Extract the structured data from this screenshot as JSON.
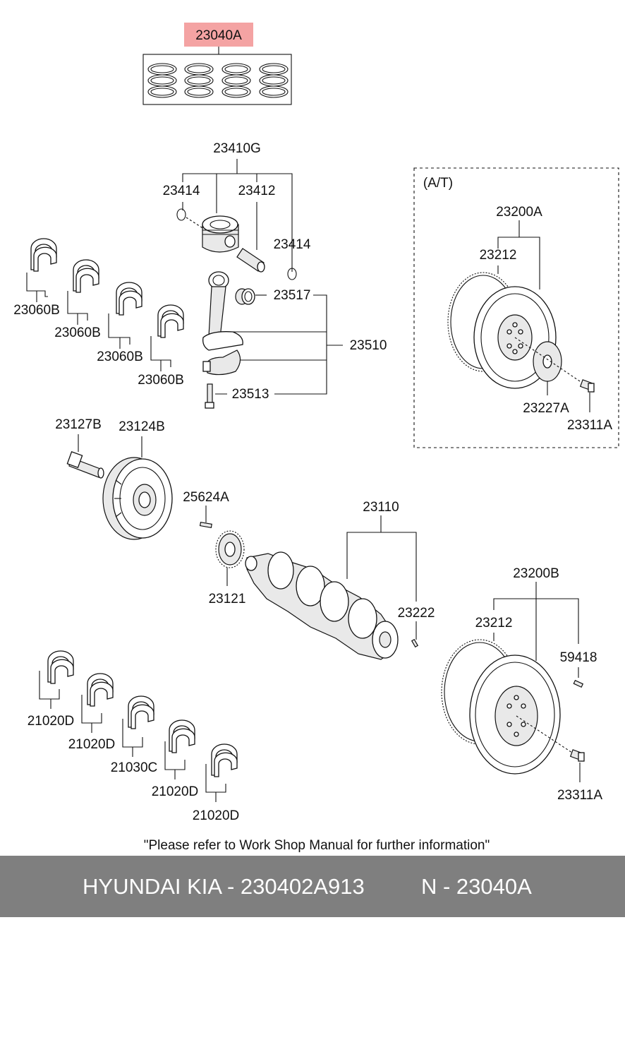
{
  "highlight_color": "#f4a3a3",
  "footer_bg": "#7f7f7f",
  "labels": {
    "piston_ring_set": "23040A",
    "piston_assy": "23410G",
    "snap_ring_left": "23414",
    "piston_pin": "23412",
    "snap_ring_right": "23414",
    "bushing": "23517",
    "connecting_rod_assy": "23510",
    "rod_bolt": "23513",
    "rod_bearing_1": "23060B",
    "rod_bearing_2": "23060B",
    "rod_bearing_3": "23060B",
    "rod_bearing_4": "23060B",
    "pulley_bolt": "23127B",
    "damper_pulley": "23124B",
    "key": "25624A",
    "sprocket": "23121",
    "crankshaft_assy": "23110",
    "pin": "23222",
    "main_bearing_1": "21020D",
    "main_bearing_2": "21020D",
    "thrust_bearing": "21030C",
    "main_bearing_3": "21020D",
    "main_bearing_4": "21020D",
    "at_title": "(A/T)",
    "drive_plate_assy": "23200A",
    "ring_gear_at": "23212",
    "adapter_plate": "23227A",
    "bolt_at": "23311A",
    "flywheel_assy": "23200B",
    "ring_gear_mt": "23212",
    "dowel_pin": "59418",
    "bolt_mt": "23311A"
  },
  "note": "\"Please refer to Work Shop Manual for further information\"",
  "footer": {
    "left": "HYUNDAI KIA - 230402A913",
    "right": "N - 23040A"
  }
}
